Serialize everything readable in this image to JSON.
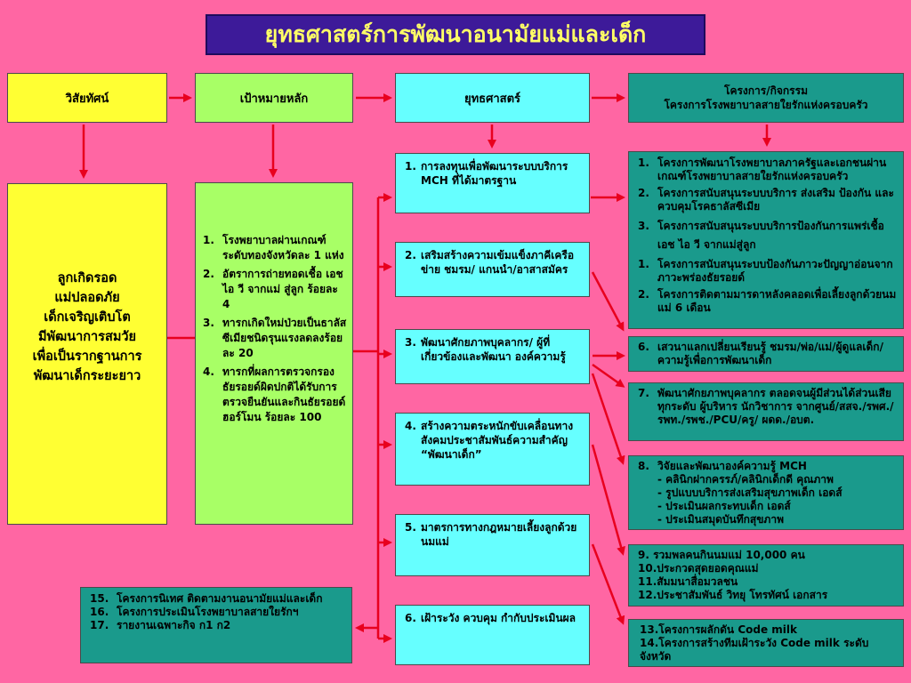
{
  "title": "ยุทธศาสตร์การพัฒนาอนามัยแม่และเด็ก",
  "headers": {
    "vision": "วิสัยทัศน์",
    "goals": "เป้าหมายหลัก",
    "strategy": "ยุทธศาสตร์",
    "projects_line1": "โครงการ/กิจกรรม",
    "projects_line2": "โครงการโรงพยาบาลสายใยรักแห่งครอบครัว"
  },
  "vision_text": [
    "ลูกเกิดรอด",
    "แม่ปลอดภัย",
    "เด็กเจริญเติบโต",
    "มีพัฒนาการสมวัย",
    "เพื่อเป็นรากฐานการ",
    "พัฒนาเด็กระยะยาว"
  ],
  "goals": [
    {
      "num": "1.",
      "text": "โรงพยาบาลผ่านเกณฑ์ระดับทองจังหวัดละ 1 แห่ง"
    },
    {
      "num": "2.",
      "text": "อัตราการถ่ายทอดเชื้อ เอช ไอ วี จากแม่ สู่ลูก ร้อยละ 4"
    },
    {
      "num": "3.",
      "text": "ทารกเกิดใหม่ป่วยเป็นธาลัสซีเมียชนิดรุนแรงลดลงร้อยละ 20"
    },
    {
      "num": "4.",
      "text": "ทารกที่ผลการตรวจกรองธัยรอยด์ผิดปกติได้รับการตรวจยืนยันและกินธัยรอยด์ฮอร์โมน ร้อยละ 100"
    }
  ],
  "strategies": [
    {
      "num": "1.",
      "text": "การลงทุนเพื่อพัฒนาระบบบริการ MCH ที่ได้มาตรฐาน"
    },
    {
      "num": "2.",
      "text": "เสริมสร้างความเข้มแข็งภาคีเครือข่าย ชมรม/ แกนนำ/อาสาสมัคร"
    },
    {
      "num": "3.",
      "text": "พัฒนาศักยภาพบุคลากร/ ผู้ที่เกี่ยวข้องและพัฒนา องค์ความรู้"
    },
    {
      "num": "4.",
      "text": "สร้างความตระหนักขับเคลื่อนทางสังคมประชาสัมพันธ์ความสำคัญ “พัฒนาเด็ก”"
    },
    {
      "num": "5.",
      "text": "มาตรการทางกฎหมายเลี้ยงลูกด้วยนมแม่"
    },
    {
      "num": "6.",
      "text": "เฝ้าระวัง ควบคุม กำกับประเมินผล"
    }
  ],
  "projects_group1": [
    {
      "num": "1.",
      "text": "โครงการพัฒนาโรงพยาบาลภาครัฐและเอกชนผ่านเกณฑ์โรงพยาบาลสายใยรักแห่งครอบครัว"
    },
    {
      "num": "2.",
      "text": "โครงการสนับสนุนระบบบริการ ส่งเสริม ป้องกัน และควบคุมโรคธาลัสซีเมีย"
    },
    {
      "num": "3.",
      "text": "โครงการสนับสนุนระบบบริการป้องกันการแพร่เชื้อ เอช ไอ วี จากแม่สู่ลูก"
    },
    {
      "num": "1.",
      "text": "โครงการสนับสนุนระบบป้องกันภาวะปัญญาอ่อนจากภาวะพร่องธัยรอยด์"
    },
    {
      "num": "2.",
      "text": "โครงการติดตามมารดาหลังคลอดเพื่อเลี้ยงลูกด้วยนมแม่ 6 เดือน"
    }
  ],
  "projects_group2": [
    {
      "num": "6.",
      "text": "เสวนาแลกเปลี่ยนเรียนรู้ ชมรม/พ่อ/แม่/ผู้ดูแลเด็ก/ความรู้เพื่อการพัฒนาเด็ก"
    }
  ],
  "projects_group3": [
    {
      "num": "7.",
      "text": "พัฒนาศักยภาพบุคลากร ตลอดจนผู้มีส่วนได้ส่วนเสียทุกระดับ ผู้บริหาร นักวิชาการ จากศูนย์/สสจ./รพศ./รพท./รพช./PCU/ครู/ ผดด./อบต."
    }
  ],
  "projects_group4": {
    "num": "8.",
    "head": "วิจัยและพัฒนาองค์ความรู้ MCH",
    "items": [
      "- คลินิกฝากครรภ์/คลินิกเด็กดี คุณภาพ",
      "- รูปแบบบริการส่งเสริมสุขภาพเด็ก เอดส์",
      "- ประเมินผลกระทบเด็ก เอดส์",
      "- ประเมินสมุดบันทึกสุขภาพ"
    ]
  },
  "projects_group5": [
    {
      "num": "9.",
      "text": "รวมพลคนกินนมแม่ 10,000 คน"
    },
    {
      "num": "10.",
      "text": "ประกวดสุดยอดคุณแม่"
    },
    {
      "num": "11.",
      "text": "สัมมนาสื่อมวลชน"
    },
    {
      "num": "12.",
      "text": "ประชาสัมพันธ์ วิทยุ โทรทัศน์ เอกสาร"
    }
  ],
  "projects_group6": [
    {
      "num": "13.",
      "text": "โครงการผลักดัน Code milk"
    },
    {
      "num": "14.",
      "text": "โครงการสร้างทีมเฝ้าระวัง Code milk ระดับจังหวัด"
    }
  ],
  "projects_group7": [
    {
      "num": "15.",
      "text": "โครงการนิเทศ ติดตามงานอนามัยแม่และเด็ก"
    },
    {
      "num": "16.",
      "text": "โครงการประเมินโรงพยาบาลสายใยรักฯ"
    },
    {
      "num": "17.",
      "text": "รายงานเฉพาะกิจ ก1  ก2"
    }
  ],
  "colors": {
    "background": "#FF66A3",
    "title_bg": "#3D1A99",
    "title_text": "#FFFF66",
    "vision": "#FFFF33",
    "goals": "#A8FF66",
    "strategy": "#66FFFF",
    "projects": "#1A9A8C",
    "arrow": "#E8001E"
  }
}
